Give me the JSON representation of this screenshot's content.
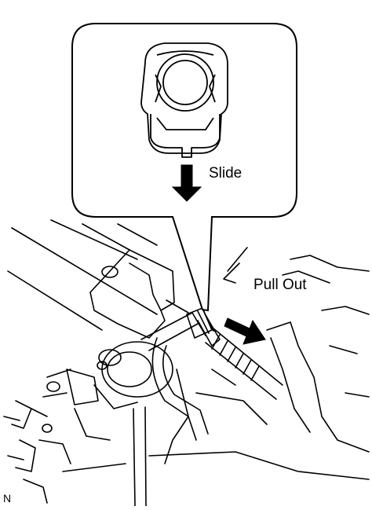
{
  "labels": {
    "slide": "Slide",
    "pull_out": "Pull Out",
    "corner_code": "N"
  },
  "colors": {
    "ink": "#000000",
    "paper": "#ffffff"
  }
}
